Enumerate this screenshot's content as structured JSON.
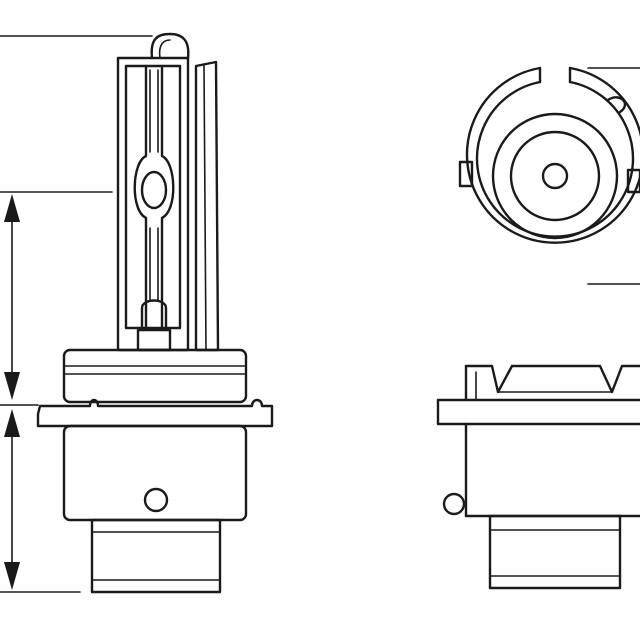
{
  "figure": {
    "subject": "xenon-bulb-technical-drawing",
    "views": [
      {
        "id": "side-view",
        "component": "bulb-side-elevation"
      },
      {
        "id": "top-view",
        "component": "bulb-base-top"
      },
      {
        "id": "front-view",
        "component": "bulb-base-front"
      }
    ],
    "dimension_labels": [],
    "line_color": "#1a1a1a",
    "background_color": "#ffffff"
  }
}
